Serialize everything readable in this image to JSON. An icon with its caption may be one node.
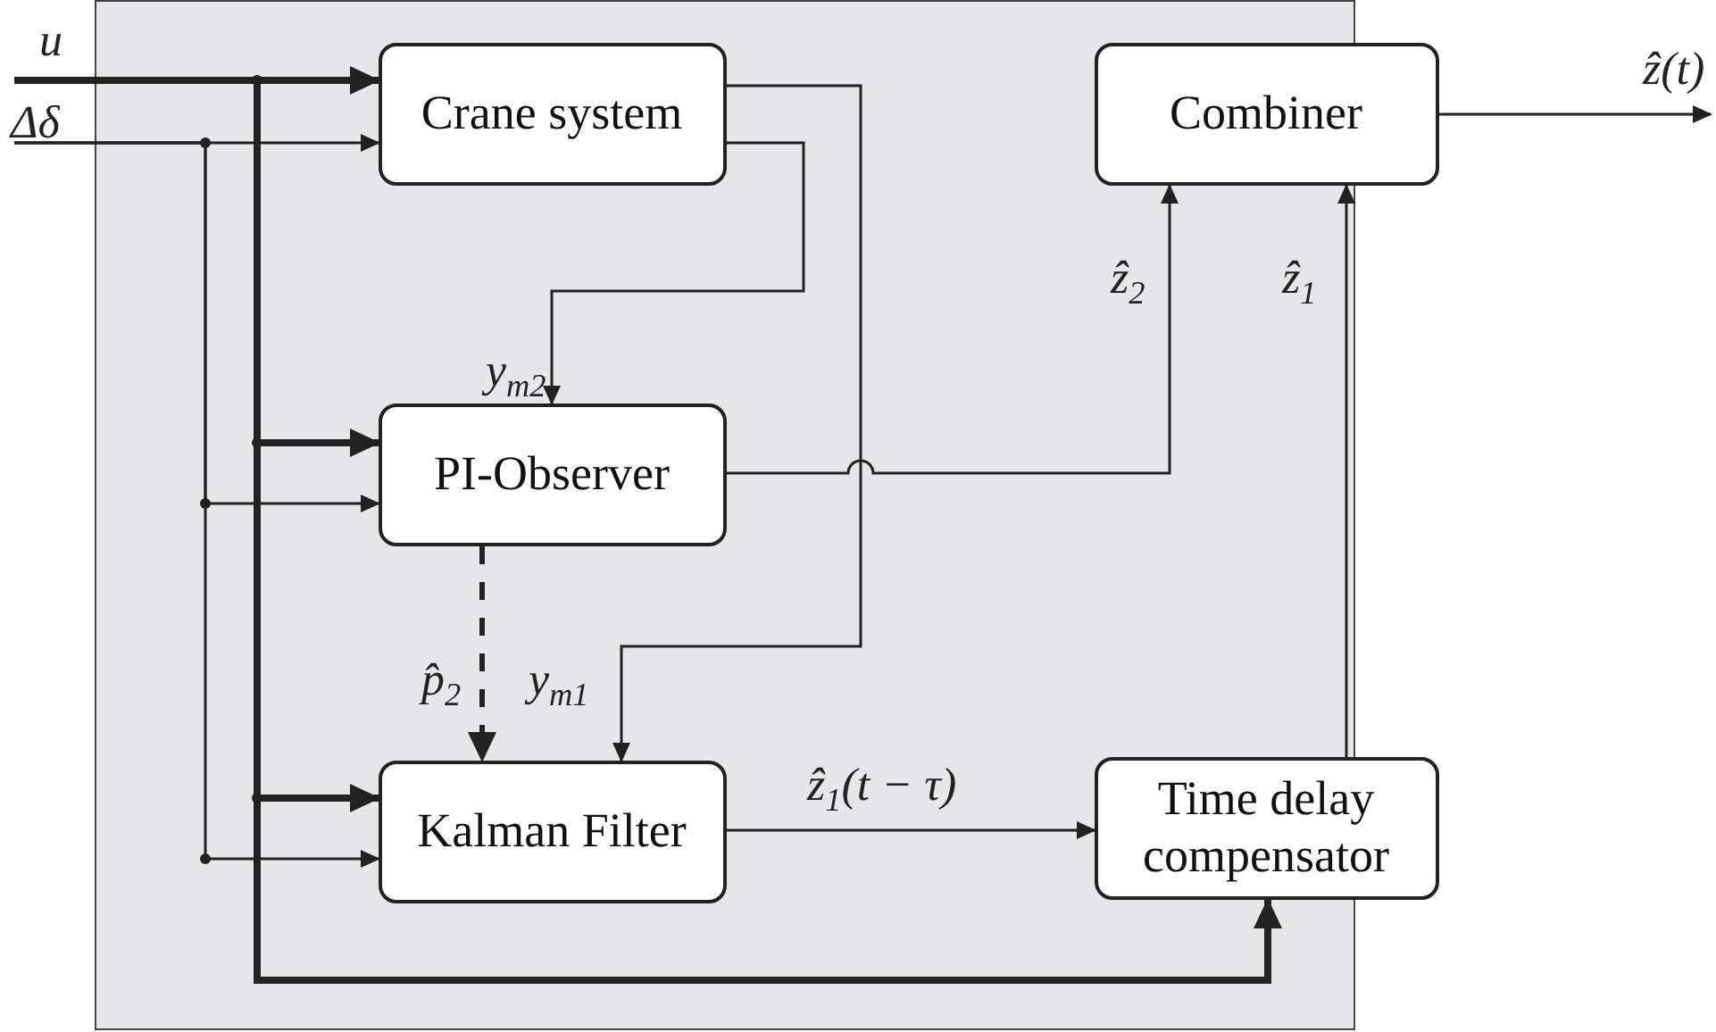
{
  "diagram": {
    "nodes": [
      {
        "text": [],
        "shape": "box"
      },
      {
        "text": [
          "Crane system"
        ],
        "in": 0
      },
      {
        "text": [
          "Combiner"
        ],
        "in": 0
      },
      {
        "text": [
          "PI-Observer"
        ],
        "in": 0
      },
      {
        "text": [
          "Kalman Filter"
        ],
        "in": 0
      },
      {
        "text": [
          "Time delay compensator"
        ],
        "in": 0
      }
    ],
    "edges": [
      {
        "from": null,
        "to": 1,
        "arrow": "to",
        "label": "u",
        "style": "thick"
      },
      {
        "from": null,
        "to": 3,
        "arrow": "to",
        "style": "thick"
      },
      {
        "from": null,
        "to": 4,
        "arrow": "to",
        "style": "thick"
      },
      {
        "from": null,
        "to": 5,
        "arrow": "to",
        "style": "thick"
      },
      {
        "from": null,
        "to": 1,
        "arrow": "to",
        "label": "Δδ"
      },
      {
        "from": null,
        "to": 3,
        "arrow": "to"
      },
      {
        "from": null,
        "to": 4,
        "arrow": "to"
      },
      {
        "from": 1,
        "to": 3,
        "arrow": "to",
        "label": "y$_{m2}$"
      },
      {
        "from": 1,
        "to": 4,
        "arrow": "to",
        "label": "y$_{m1}$"
      },
      {
        "from": 3,
        "to": 2,
        "arrow": "to",
        "label": "ẑ$_{2}$"
      },
      {
        "from": 3,
        "to": 4,
        "arrow": "to",
        "label": "p̂$_{2}$",
        "style": "dashed"
      },
      {
        "from": 4,
        "to": 5,
        "arrow": "to",
        "label": "ẑ$_{1}$(t − τ)"
      },
      {
        "from": 5,
        "to": 2,
        "arrow": "to",
        "label": "ẑ$_{1}$"
      },
      {
        "from": 2,
        "to": null,
        "arrow": "to",
        "label": "ẑ(t)"
      }
    ]
  }
}
